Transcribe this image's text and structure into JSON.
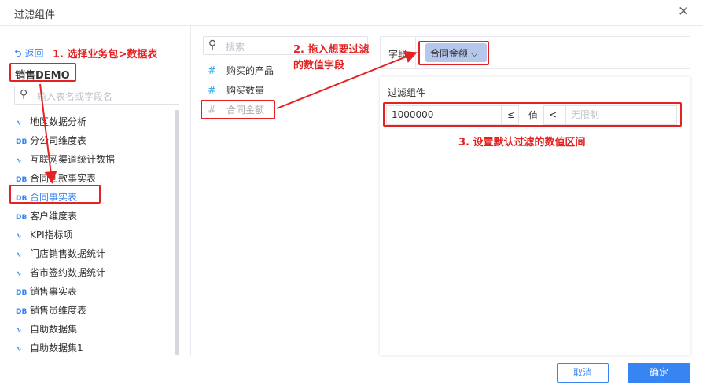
{
  "dialog": {
    "title": "过滤组件",
    "close_icon": "close-icon"
  },
  "left": {
    "back_label": "返回",
    "step1": "1. 选择业务包>数据表",
    "package": "销售DEMO",
    "search_placeholder": "输入表名或字段名",
    "items": [
      {
        "icon": "self-dataset-icon",
        "label": "地区数据分析"
      },
      {
        "icon": "db-table-icon",
        "label": "分公司维度表"
      },
      {
        "icon": "self-dataset-icon",
        "label": "互联网渠道统计数据"
      },
      {
        "icon": "db-table-icon",
        "label": "合同回款事实表"
      },
      {
        "icon": "db-table-icon",
        "label": "合同事实表",
        "selected": true
      },
      {
        "icon": "db-table-icon",
        "label": "客户维度表"
      },
      {
        "icon": "self-dataset-icon",
        "label": "KPI指标项"
      },
      {
        "icon": "self-dataset-icon",
        "label": "门店销售数据统计"
      },
      {
        "icon": "self-dataset-icon",
        "label": "省市签约数据统计"
      },
      {
        "icon": "db-table-icon",
        "label": "销售事实表"
      },
      {
        "icon": "db-table-icon",
        "label": "销售员维度表"
      },
      {
        "icon": "self-dataset-icon",
        "label": "自助数据集"
      },
      {
        "icon": "self-dataset-icon",
        "label": "自助数据集1"
      }
    ]
  },
  "middle": {
    "search_placeholder": "搜索",
    "step2": "2. 拖入想要过滤的数值字段",
    "fields": [
      "购买的产品",
      "购买数量",
      "合同金额"
    ]
  },
  "right": {
    "field_label": "字段",
    "field_chip": "合同金额",
    "panel_title": "过滤组件",
    "min_value": "1000000",
    "min_op": "≤",
    "value_label": "值",
    "max_op": "<",
    "max_placeholder": "无限制",
    "step3": "3. 设置默认过滤的数值区间"
  },
  "footer": {
    "cancel": "取消",
    "confirm": "确定"
  },
  "colors": {
    "accent": "#3685f2",
    "annotation": "#e52222"
  }
}
